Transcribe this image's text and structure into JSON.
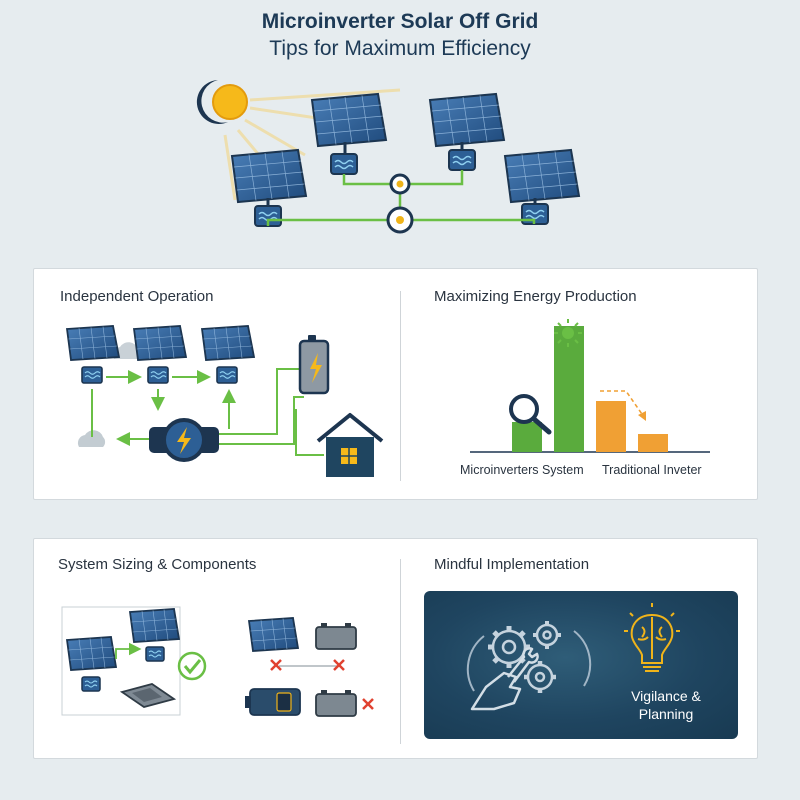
{
  "header": {
    "title": "Microinverter Solar Off Grid",
    "subtitle": "Tips for Maximum Efficiency"
  },
  "sections": {
    "independent": {
      "title": "Independent Operation"
    },
    "energy": {
      "title": "Maximizing Energy Production",
      "label_micro": "Microinverters System",
      "label_traditional": "Traditional Inveter"
    },
    "sizing": {
      "title": "System Sizing & Components"
    },
    "mindful": {
      "title": "Mindful Implementation",
      "caption_line1": "Vigilance &",
      "caption_line2": "Planning"
    }
  },
  "chart_data": {
    "type": "bar",
    "categories": [
      "Microinverters System",
      "Traditional Inveter"
    ],
    "values": [
      1,
      4.2,
      1.7,
      0.6
    ],
    "colors": [
      "#5aab3d",
      "#5aab3d",
      "#f0a034",
      "#f0a034"
    ]
  },
  "colors": {
    "navy": "#1d3a56",
    "panel_blue": "#2f5f93",
    "green": "#6abf45",
    "orange": "#f0a034",
    "sun": "#f6b91a"
  },
  "icons": [
    "sun-icon",
    "moon-icon",
    "solar-panel-icon",
    "microinverter-icon",
    "battery-icon",
    "house-icon",
    "cloud-icon",
    "magnifier-icon",
    "check-icon",
    "cross-icon",
    "gear-icon",
    "brain-bulb-icon",
    "hand-wrench-icon"
  ]
}
